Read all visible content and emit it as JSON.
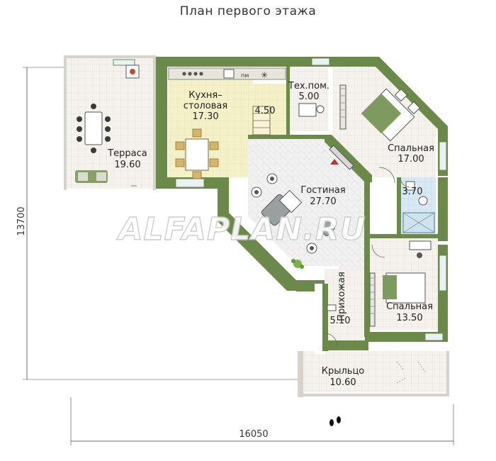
{
  "title": "План первого этажа",
  "watermark": "ALFAPLAN.RU",
  "dimensions": {
    "height": "13700",
    "width": "16050"
  },
  "rooms": {
    "terrace": {
      "name": "Терраса",
      "area": "19.60"
    },
    "kitchen": {
      "name1": "Кухня–",
      "name2": "столовая",
      "area": "17.30"
    },
    "pantry": {
      "area": "4.50"
    },
    "tech": {
      "name": "Тех.пом.",
      "area": "5.00"
    },
    "bedroom1": {
      "name": "Спальная",
      "area": "17.00"
    },
    "bathroom": {
      "area": "3.70"
    },
    "living": {
      "name": "Гостиная",
      "area": "27.70"
    },
    "hall": {
      "name": "Прихожая",
      "area": "5.10"
    },
    "bedroom2": {
      "name": "Спальная",
      "area": "13.50"
    },
    "porch": {
      "name": "Крыльцо",
      "area": "10.60"
    }
  },
  "colors": {
    "wall": "#6b8a4a",
    "kitchen_floor": "#f3efc6",
    "terrace_floor": "#f4f1ed",
    "living_floor": "#efeeee",
    "bath_floor": "#d6e8f2",
    "furniture_green": "#8aa36a"
  }
}
